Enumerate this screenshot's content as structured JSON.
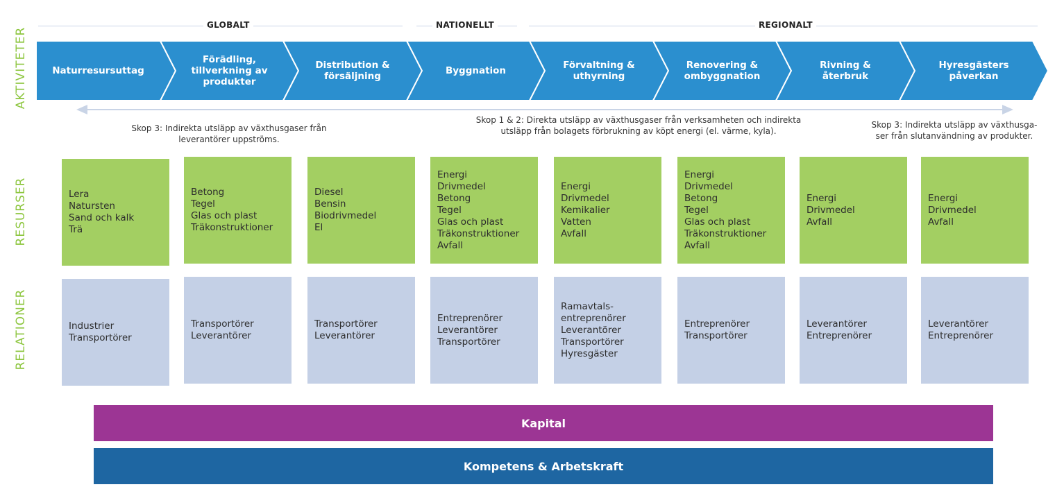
{
  "side_labels": {
    "activities": "AKTIVITETER",
    "resources": "RESURSER",
    "relations": "RELATIONER"
  },
  "scopes": {
    "global": "GLOBALT",
    "national": "NATIONELLT",
    "regional": "REGIONALT"
  },
  "activities": [
    "Naturresursuttag",
    "Förädling, tillverkning av produkter",
    "Distribution & försäljning",
    "Byggnation",
    "Förvaltning & uthyrning",
    "Renovering & ombyggnation",
    "Rivning & återbruk",
    "Hyresgästers påverkan"
  ],
  "notes": {
    "scope3_up": "Skop 3: Indirekta utsläpp av växthusgaser  från leverantörer uppströms.",
    "scope12_line1": "Skop 1 & 2: Direkta utsläpp av växthusgaser från verksamheten och indirekta",
    "scope12_line2": "utsläpp från bolagets förbrukning av köpt energi (el. värme, kyla).",
    "scope3_down_line1": "Skop 3: Indirekta utsläpp av växthusga-",
    "scope3_down_line2": "ser från slutanvändning av produkter."
  },
  "resources": [
    [
      "Lera",
      "Natursten",
      "Sand och kalk",
      "Trä"
    ],
    [
      "Betong",
      "Tegel",
      "Glas och plast",
      "Träkonstruktioner"
    ],
    [
      "Diesel",
      "Bensin",
      "Biodrivmedel",
      "El"
    ],
    [
      "Energi",
      "Drivmedel",
      "Betong",
      "Tegel",
      "Glas och plast",
      "Träkonstruktioner",
      "Avfall"
    ],
    [
      "Energi",
      "Drivmedel",
      "Kemikalier",
      "Vatten",
      "Avfall"
    ],
    [
      "Energi",
      "Drivmedel",
      "Betong",
      "Tegel",
      "Glas och plast",
      "Träkonstruktioner",
      "Avfall"
    ],
    [
      "Energi",
      "Drivmedel",
      "Avfall"
    ],
    [
      "Energi",
      "Drivmedel",
      "Avfall"
    ]
  ],
  "relations": [
    [
      "Industrier",
      "Transportörer"
    ],
    [
      "Transportörer",
      "Leverantörer"
    ],
    [
      "Transportörer",
      "Leverantörer"
    ],
    [
      "Entreprenörer",
      "Leverantörer",
      "Transportörer"
    ],
    [
      "Ramavtals-",
      "entreprenörer",
      "Leverantörer",
      "Transportörer",
      "Hyresgäster"
    ],
    [
      "Entreprenörer",
      "Transportörer"
    ],
    [
      "Leverantörer",
      "Entreprenörer"
    ],
    [
      "Leverantörer",
      "Entreprenörer"
    ]
  ],
  "bands": {
    "capital": "Kapital",
    "competence": "Kompetens & Arbetskraft"
  },
  "colors": {
    "chevron": "#2b8fcf",
    "resource_box": "#a3cf62",
    "relation_box": "#c4d0e6",
    "capital": "#9c3594",
    "competence": "#1e66a2",
    "side_label": "#8dc63f"
  }
}
